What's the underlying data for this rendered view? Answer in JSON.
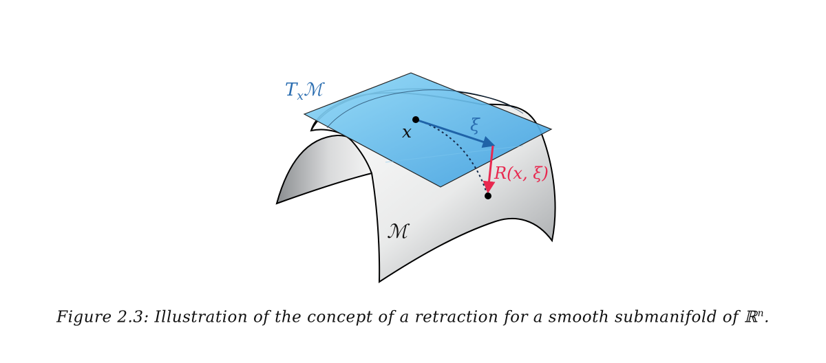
{
  "labels": {
    "tangent_space": "T",
    "tangent_space_sub": "x",
    "tangent_space_manifold": "ℳ",
    "point": "x",
    "vector": "ξ",
    "retraction": "R(x, ξ)",
    "manifold": "ℳ"
  },
  "caption": {
    "text": "Figure 2.3: Illustration of the concept of a retraction for a smooth submanifold of ℝ",
    "superscript": "n",
    "end": "."
  },
  "colors": {
    "tangent_plane": "#3fa9e6",
    "vector": "#1f63a8",
    "retraction": "#e8284f",
    "label_blue": "#2a6db0",
    "outline": "#000000"
  }
}
